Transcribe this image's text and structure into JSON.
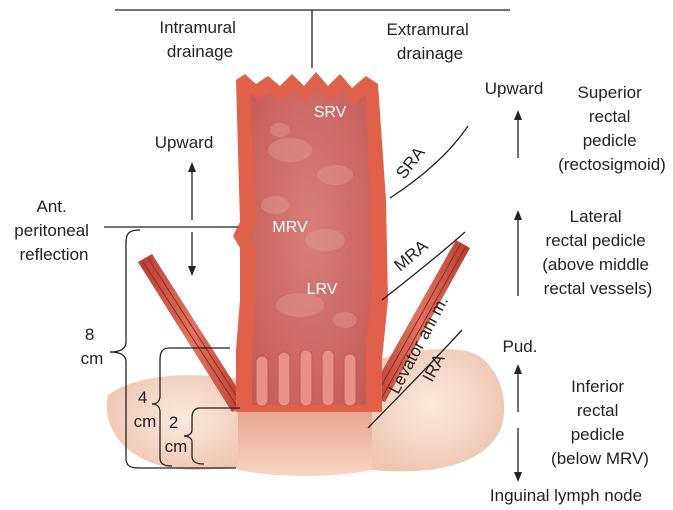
{
  "header": {
    "intramural": [
      "Intramural",
      "drainage"
    ],
    "extramural": [
      "Extramural",
      "drainage"
    ]
  },
  "vessels": {
    "srv": "SRV",
    "mrv": "MRV",
    "lrv": "LRV",
    "sra": "SRA",
    "mra": "MRA",
    "ira": "IRA",
    "levator": "Levator ani m."
  },
  "left_labels": {
    "upward": "Upward",
    "reflection": [
      "Ant.",
      "peritoneal",
      "reflection"
    ],
    "dist8": [
      "8",
      "cm"
    ],
    "dist4": [
      "4",
      "cm"
    ],
    "dist2": [
      "2",
      "cm"
    ]
  },
  "right_labels": {
    "upward": "Upward",
    "superior": [
      "Superior",
      "rectal",
      "pedicle",
      "(rectosigmoid)"
    ],
    "lateral": [
      "Lateral",
      "rectal pedicle",
      "(above middle",
      "rectal vessels)"
    ],
    "pud": "Pud.",
    "inferior": [
      "Inferior",
      "rectal",
      "pedicle",
      "(below MRV)"
    ],
    "inguinal": "Inguinal lymph node"
  },
  "colors": {
    "rectal_wall": "#e0604a",
    "mucosa": "#c9615e",
    "mucosa_light": "#d98a86",
    "muscle": "#c5483a",
    "anal_skin": "#f3d3c0",
    "text": "#222222"
  }
}
